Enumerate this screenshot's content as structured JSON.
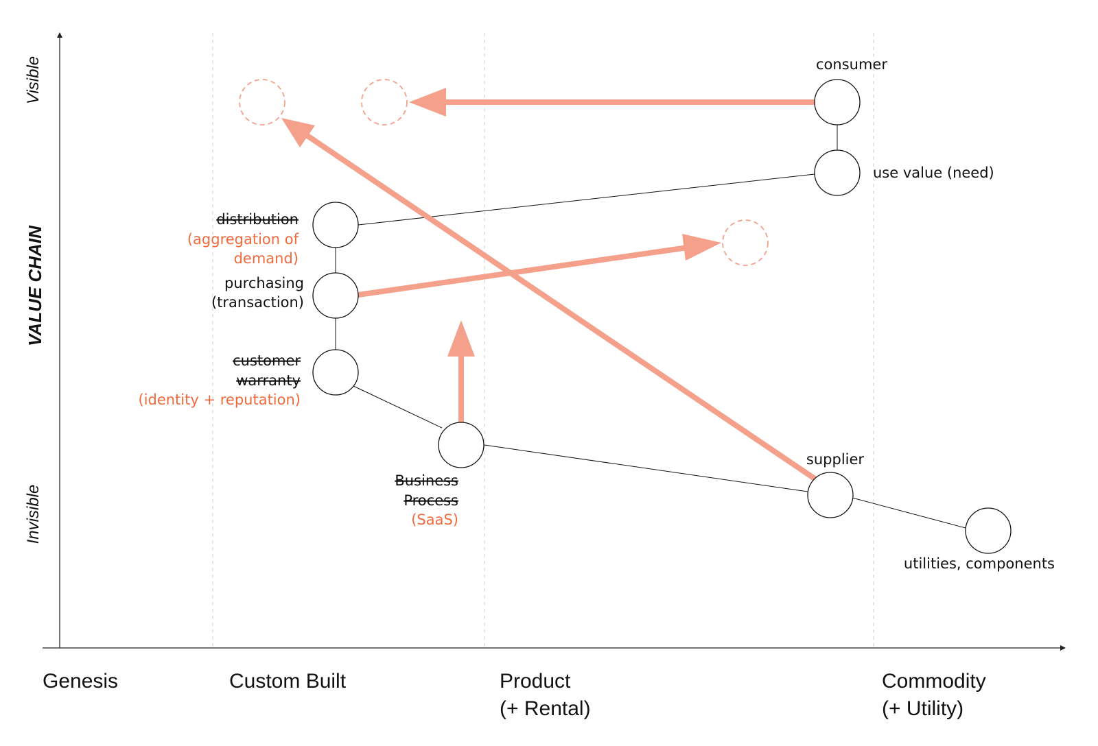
{
  "axes": {
    "y_label": "VALUE CHAIN",
    "y_top": "Visible",
    "y_bottom": "Invisible"
  },
  "stages": {
    "genesis": "Genesis",
    "custom_built": "Custom Built",
    "product_line1": "Product",
    "product_line2": "(+ Rental)",
    "commodity_line1": "Commodity",
    "commodity_line2": "(+ Utility)"
  },
  "components": {
    "consumer": "consumer",
    "use_value": "use value (need)",
    "distribution": "distribution",
    "distribution_new_line1": "(aggregation of",
    "distribution_new_line2": "demand)",
    "purchasing_line1": "purchasing",
    "purchasing_line2": "(transaction)",
    "warranty_line1": "customer",
    "warranty_line2": "warranty",
    "warranty_new": "(identity + reputation)",
    "business_line1": "Business",
    "business_line2": "Process",
    "business_new": "(SaaS)",
    "supplier": "supplier",
    "utilities": "utilities, components"
  },
  "colors": {
    "arrow": "#f4a08a",
    "dashed_circle": "#f4a08a",
    "new_label": "#f06a3c",
    "axis": "#222222",
    "grid": "#cccccc"
  }
}
